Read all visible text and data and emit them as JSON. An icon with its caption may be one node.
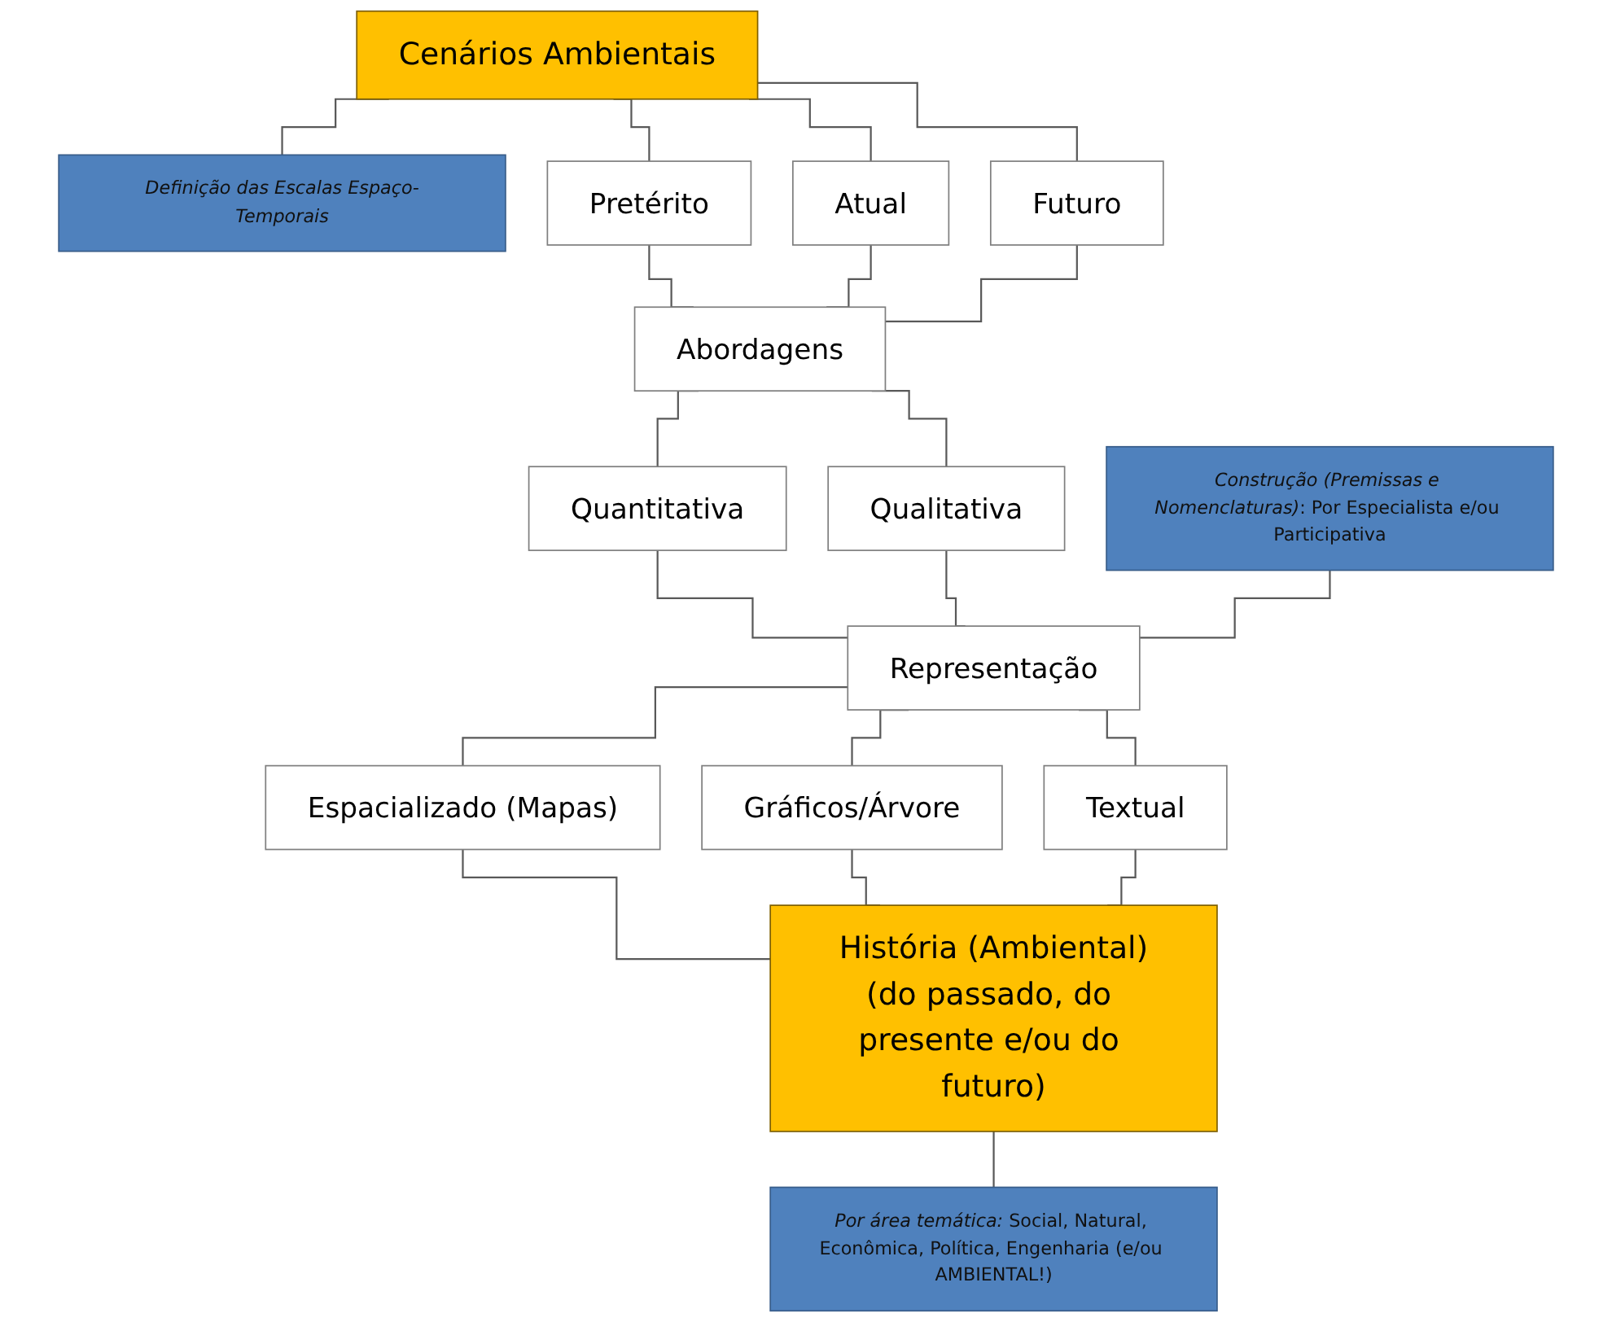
{
  "diagram": {
    "nodes": [
      {
        "text": [
          "Cenários Ambientais"
        ]
      },
      {
        "text": [
          "*Definição das Escalas Espaço-Temporais*"
        ]
      },
      {
        "text": [
          "Pretérito"
        ]
      },
      {
        "text": [
          "Atual"
        ]
      },
      {
        "text": [
          "Futuro"
        ]
      },
      {
        "text": [
          "Abordagens"
        ]
      },
      {
        "text": [
          "Quantitativa"
        ]
      },
      {
        "text": [
          "Qualitativa"
        ]
      },
      {
        "text": [
          "*Construção (Premissas e Nomenclaturas)*: Por Especialista e/ou Participativa"
        ]
      },
      {
        "text": [
          "Representação"
        ]
      },
      {
        "text": [
          "Espacializado (Mapas)"
        ]
      },
      {
        "text": [
          "Gráficos/Árvore"
        ]
      },
      {
        "text": [
          "Textual"
        ]
      },
      {
        "text": [
          "História (Ambiental)",
          "(do passado, do presente e/ou do futuro)"
        ]
      },
      {
        "text": [
          "*Por área temática:* Social, Natural, Econômica, Política, Engenharia (e/ou AMBIENTAL!)"
        ]
      }
    ],
    "edges": [
      {
        "from": 0,
        "to": 1,
        "arrow": "none"
      },
      {
        "from": 0,
        "to": 2,
        "arrow": "none"
      },
      {
        "from": 0,
        "to": 3,
        "arrow": "none"
      },
      {
        "from": 0,
        "to": 4,
        "arrow": "none"
      },
      {
        "from": 2,
        "to": 5,
        "arrow": "none"
      },
      {
        "from": 3,
        "to": 5,
        "arrow": "none"
      },
      {
        "from": 4,
        "to": 5,
        "arrow": "none"
      },
      {
        "from": 5,
        "to": 6,
        "arrow": "none"
      },
      {
        "from": 5,
        "to": 7,
        "arrow": "none"
      },
      {
        "from": 6,
        "to": 9,
        "arrow": "none"
      },
      {
        "from": 7,
        "to": 9,
        "arrow": "none"
      },
      {
        "from": 8,
        "to": 9,
        "arrow": "none"
      },
      {
        "from": 9,
        "to": 10,
        "arrow": "none"
      },
      {
        "from": 9,
        "to": 11,
        "arrow": "none"
      },
      {
        "from": 9,
        "to": 12,
        "arrow": "none"
      },
      {
        "from": 10,
        "to": 13,
        "arrow": "none"
      },
      {
        "from": 11,
        "to": 13,
        "arrow": "none"
      },
      {
        "from": 12,
        "to": 13,
        "arrow": "none"
      },
      {
        "from": 13,
        "to": 14,
        "arrow": "none"
      }
    ]
  }
}
